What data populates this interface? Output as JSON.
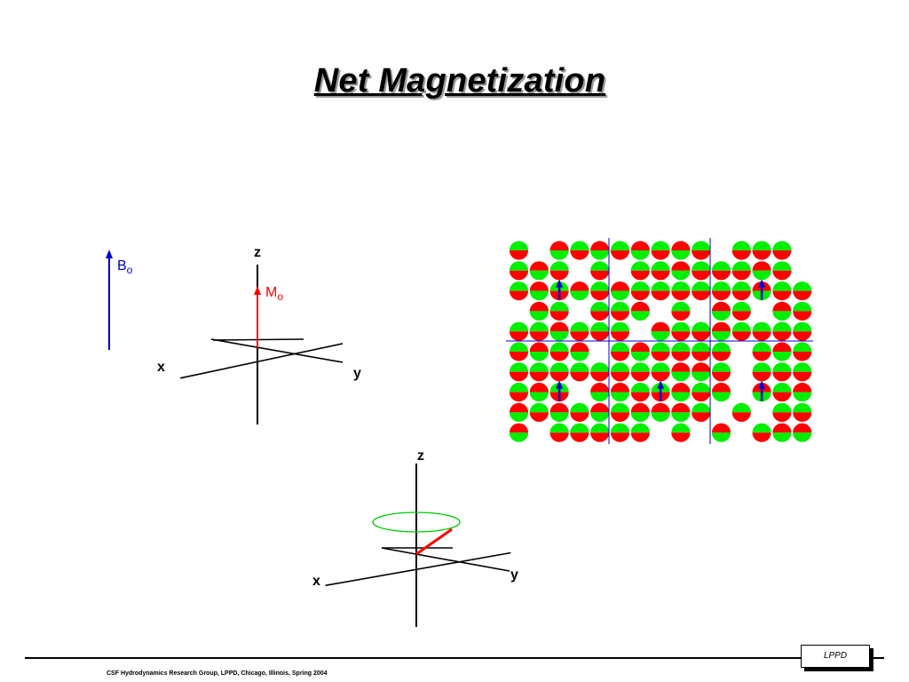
{
  "title": "Net Magnetization",
  "field_label": {
    "main": "B",
    "sub": "o"
  },
  "magnet_label": {
    "main": "M",
    "sub": "o"
  },
  "axes_top": {
    "z": "z",
    "x": "x",
    "y": "y"
  },
  "axes_bottom": {
    "z": "z",
    "x": "x",
    "y": "y"
  },
  "footer": {
    "text": "CSF Hydrodynamics Research Group, LPPD, Chicago, Illinois, Spring 2004",
    "logo": "LPPD"
  },
  "colors": {
    "field": "#0000cc",
    "magnetization": "#ff0000",
    "precession": "#00cc00",
    "spin_up": "#ff0000",
    "spin_down": "#00ee00",
    "grid": "#0000cc"
  },
  "spin_grid": {
    "rows": [
      "2.12121212.222.",
      "212.2.22122212.",
      "212121222222122",
      ".12.221.2.12.12",
      "221222.12212222",
      "2121.212222.212",
      "22222222112.222",
      "212.1122121.121",
      "1212121112.2.22",
      "1.22222.2.1.211"
    ],
    "legend": "1 = red on top, 2 = green on top, . = empty",
    "arrow_cells": [
      [
        2,
        2
      ],
      [
        2,
        12
      ],
      [
        7,
        2
      ],
      [
        7,
        7
      ],
      [
        7,
        12
      ]
    ]
  }
}
